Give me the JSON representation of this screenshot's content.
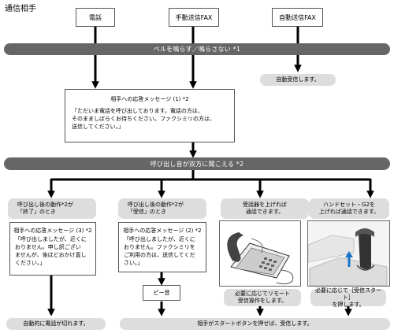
{
  "title": "通信相手",
  "sources": {
    "phone": "電話",
    "manual_fax": "手動送信FAX",
    "auto_fax": "自動送信FAX"
  },
  "bar1": "ベルを鳴らす／鳴らさない *1",
  "auto_receive": "自動受信します。",
  "msg1": {
    "title": "相手への応答メッセージ (1) *2",
    "body": "「ただいま電話を呼び出しております。電話の方は、\nそのまましばらくお待ちください。ファクシミリの方は、\n送信してください。」"
  },
  "bar2": "呼び出し音が双方に聞こえる *2",
  "col1": {
    "heading": "呼び出し後の動作*2が\n「終了」のとき",
    "msg_title": "相手への応答メッセージ (3) *2",
    "msg_body": "「呼び出しましたが、近くに\nおりません。申し訳ござい\nませんが、後ほどおかけ直し\nください。」",
    "result": "自動的に電話が切れます。"
  },
  "col2": {
    "heading": "呼び出し後の動作*2が\n「受信」のとき",
    "msg_title": "相手への応答メッセージ (2) *2",
    "msg_body": "「呼び出しましたが、近くに\nおりません。ファクシミリを\nご利用の方は、送信してくだ\nさい。」",
    "beep": "ピー音"
  },
  "col3": {
    "heading": "受話器を上げれば\n通話できます。",
    "note": "必要に応じてリモート\n受信操作をします。"
  },
  "col4": {
    "heading": "ハンドセット・G2を\n上げれば通話できます。",
    "note": "必要に応じて［受信スタート］\nを押します。"
  },
  "bottom_bar": "相手がスタートボタンを押せば、受信します。"
}
